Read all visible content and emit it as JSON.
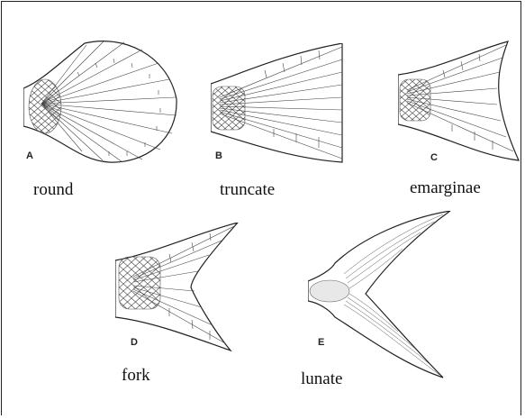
{
  "figure": {
    "panels": [
      {
        "letter": "A",
        "label": "round",
        "icon": "round-tail-fin-icon"
      },
      {
        "letter": "B",
        "label": "truncate",
        "icon": "truncate-tail-fin-icon"
      },
      {
        "letter": "C",
        "label": "emarginae",
        "icon": "emarginate-tail-fin-icon"
      },
      {
        "letter": "D",
        "label": "fork",
        "icon": "forked-tail-fin-icon"
      },
      {
        "letter": "E",
        "label": "lunate",
        "icon": "lunate-tail-fin-icon"
      }
    ],
    "ink_color": "#333333",
    "scale_fill": "#e8e8e8"
  }
}
